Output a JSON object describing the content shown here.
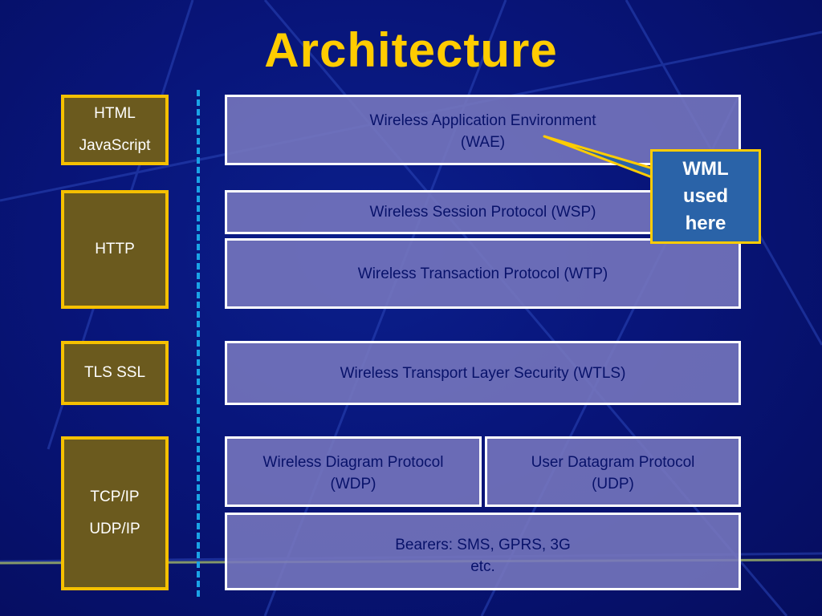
{
  "slide": {
    "title": "Architecture"
  },
  "left_column": [
    {
      "lines": [
        "HTML",
        "JavaScript"
      ]
    },
    {
      "lines": [
        "HTTP"
      ]
    },
    {
      "lines": [
        "TLS SSL"
      ]
    },
    {
      "lines": [
        "TCP/IP",
        "UDP/IP"
      ]
    }
  ],
  "wap_stack": {
    "wae": [
      "Wireless Application Environment",
      "(WAE)"
    ],
    "wsp": "Wireless Session Protocol (WSP)",
    "wtp": "Wireless Transaction Protocol (WTP)",
    "wtls": "Wireless Transport Layer Security (WTLS)",
    "wdp": [
      "Wireless Diagram Protocol",
      "(WDP)"
    ],
    "udp": [
      "User Datagram Protocol",
      "(UDP)"
    ],
    "bearers": [
      "Bearers: SMS, GPRS, 3G",
      "etc."
    ]
  },
  "callout": {
    "lines": [
      "WML",
      "used",
      "here"
    ]
  },
  "colors": {
    "title": "#ffcc00",
    "left_box_fill": "#6b5a1e",
    "left_box_border": "#f5c000",
    "stack_fill": "#7878be",
    "callout_fill": "#2a63a8",
    "divider": "#1aa3e6"
  }
}
